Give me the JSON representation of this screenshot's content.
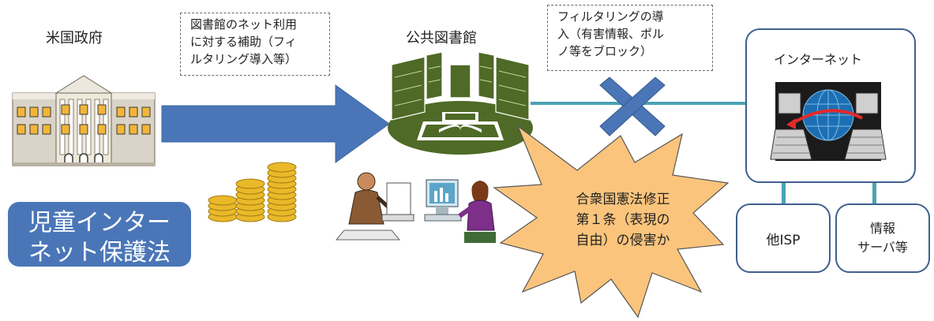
{
  "government": {
    "label": "米国政府"
  },
  "subsidy_note": {
    "lines": [
      "図書館のネット利用",
      "に対する補助（フィ",
      "ルタリング導入等）"
    ]
  },
  "library": {
    "label": "公共図書館"
  },
  "filter_note": {
    "lines": [
      "フィルタリングの導",
      "入（有害情報、ポル",
      "ノ等をブロック）"
    ]
  },
  "internet": {
    "label": "インターネット"
  },
  "cipa": {
    "lines": [
      "児童インター",
      "ネット保護法"
    ]
  },
  "violation": {
    "lines": [
      "合衆国憲法修正",
      "第１条（表現の",
      "自由）の侵害か"
    ]
  },
  "other_isp": {
    "label": "他ISP"
  },
  "info_server": {
    "lines": [
      "情報",
      "サーバ等"
    ]
  },
  "colors": {
    "arrow": "#4a76b8",
    "line": "#4aa3b3",
    "cross": "#4a76b8",
    "library": "#4e6a26",
    "burst": "#fbc47c",
    "box_border": "#3f5f8e"
  }
}
